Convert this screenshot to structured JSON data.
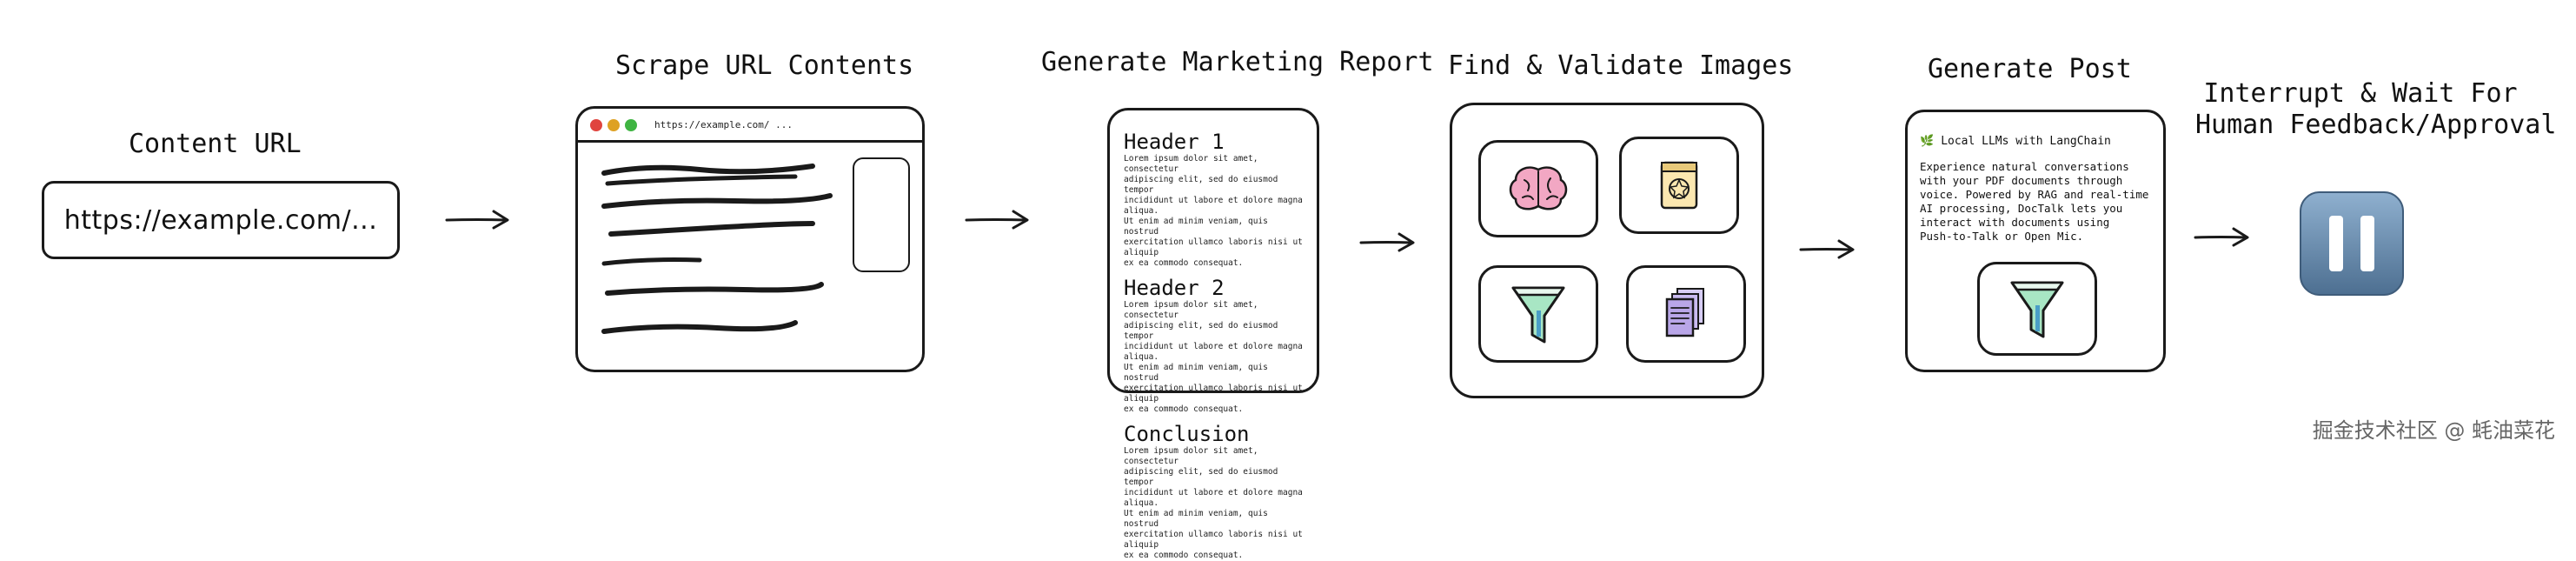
{
  "stages": {
    "content_url": {
      "title": "Content URL",
      "url_text": "https://example.com/..."
    },
    "scrape": {
      "title": "Scrape URL Contents",
      "address": "https://example.com/ ..."
    },
    "report": {
      "title": "Generate Marketing Report",
      "sections": [
        {
          "header": "Header 1",
          "body": "Lorem ipsum dolor sit amet, consectetur\nadipiscing elit, sed do eiusmod tempor\nincididunt ut labore et dolore magna aliqua.\nUt enim ad minim veniam, quis nostrud\nexercitation ullamco laboris nisi ut aliquip\nex ea commodo consequat."
        },
        {
          "header": "Header 2",
          "body": "Lorem ipsum dolor sit amet, consectetur\nadipiscing elit, sed do eiusmod tempor\nincididunt ut labore et dolore magna aliqua.\nUt enim ad minim veniam, quis nostrud\nexercitation ullamco laboris nisi ut aliquip\nex ea commodo consequat."
        },
        {
          "header": "Conclusion",
          "body": "Lorem ipsum dolor sit amet, consectetur\nadipiscing elit, sed do eiusmod tempor\nincididunt ut labore et dolore magna aliqua.\nUt enim ad minim veniam, quis nostrud\nexercitation ullamco laboris nisi ut aliquip\nex ea commodo consequat."
        }
      ]
    },
    "images": {
      "title": "Find & Validate Images"
    },
    "post": {
      "title": "Generate Post",
      "heading": "Local LLMs with LangChain",
      "body": "Experience natural conversations\nwith your PDF documents through\nvoice. Powered by RAG and real-time\nAI processing, DocTalk lets you\ninteract with documents using\nPush-to-Talk or Open Mic."
    },
    "approval": {
      "title_line1": "Interrupt & Wait For",
      "title_line2": "Human Feedback/Approval"
    }
  },
  "footer": {
    "watermark": "掘金技术社区 @ 蚝油菜花"
  },
  "colors": {
    "stroke": "#1a1a1a",
    "filter_fill": "#a8e6c4",
    "filter_stem": "#4a9ec7",
    "brain": "#f2a7c3",
    "doc_stack": "#b9a6e8",
    "pause_top": "#8fb0cf",
    "pause_bottom": "#4d6f91"
  }
}
